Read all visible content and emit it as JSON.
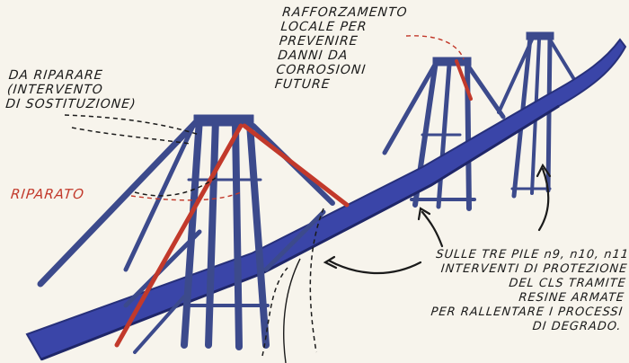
{
  "annotations": {
    "local_reinforcement": {
      "text": "RAFFORZAMENTO\nLOCALE PER\nPREVENIRE\nDANNI DA\nCORROSIONI\nFUTURE"
    },
    "to_repair": {
      "text": "DA RIPARARE\n(INTERVENTO\nDI SOSTITUZIONE)"
    },
    "repaired": {
      "text": "RIPARATO"
    },
    "three_piers": {
      "text": "SULLE TRE PILE n9, n10, n11\nINTERVENTI DI PROTEZIONE\nDEL CLS TRAMITE\nRESINE ARMATE\nPER RALLENTARE I PROCESSI\nDI DEGRADO."
    }
  },
  "colors": {
    "deck": "#3a45a8",
    "structure": "#3c4a8c",
    "repaired_stay": "#c2392b",
    "ink": "#1b1b1b",
    "paper": "#f7f4ec"
  }
}
